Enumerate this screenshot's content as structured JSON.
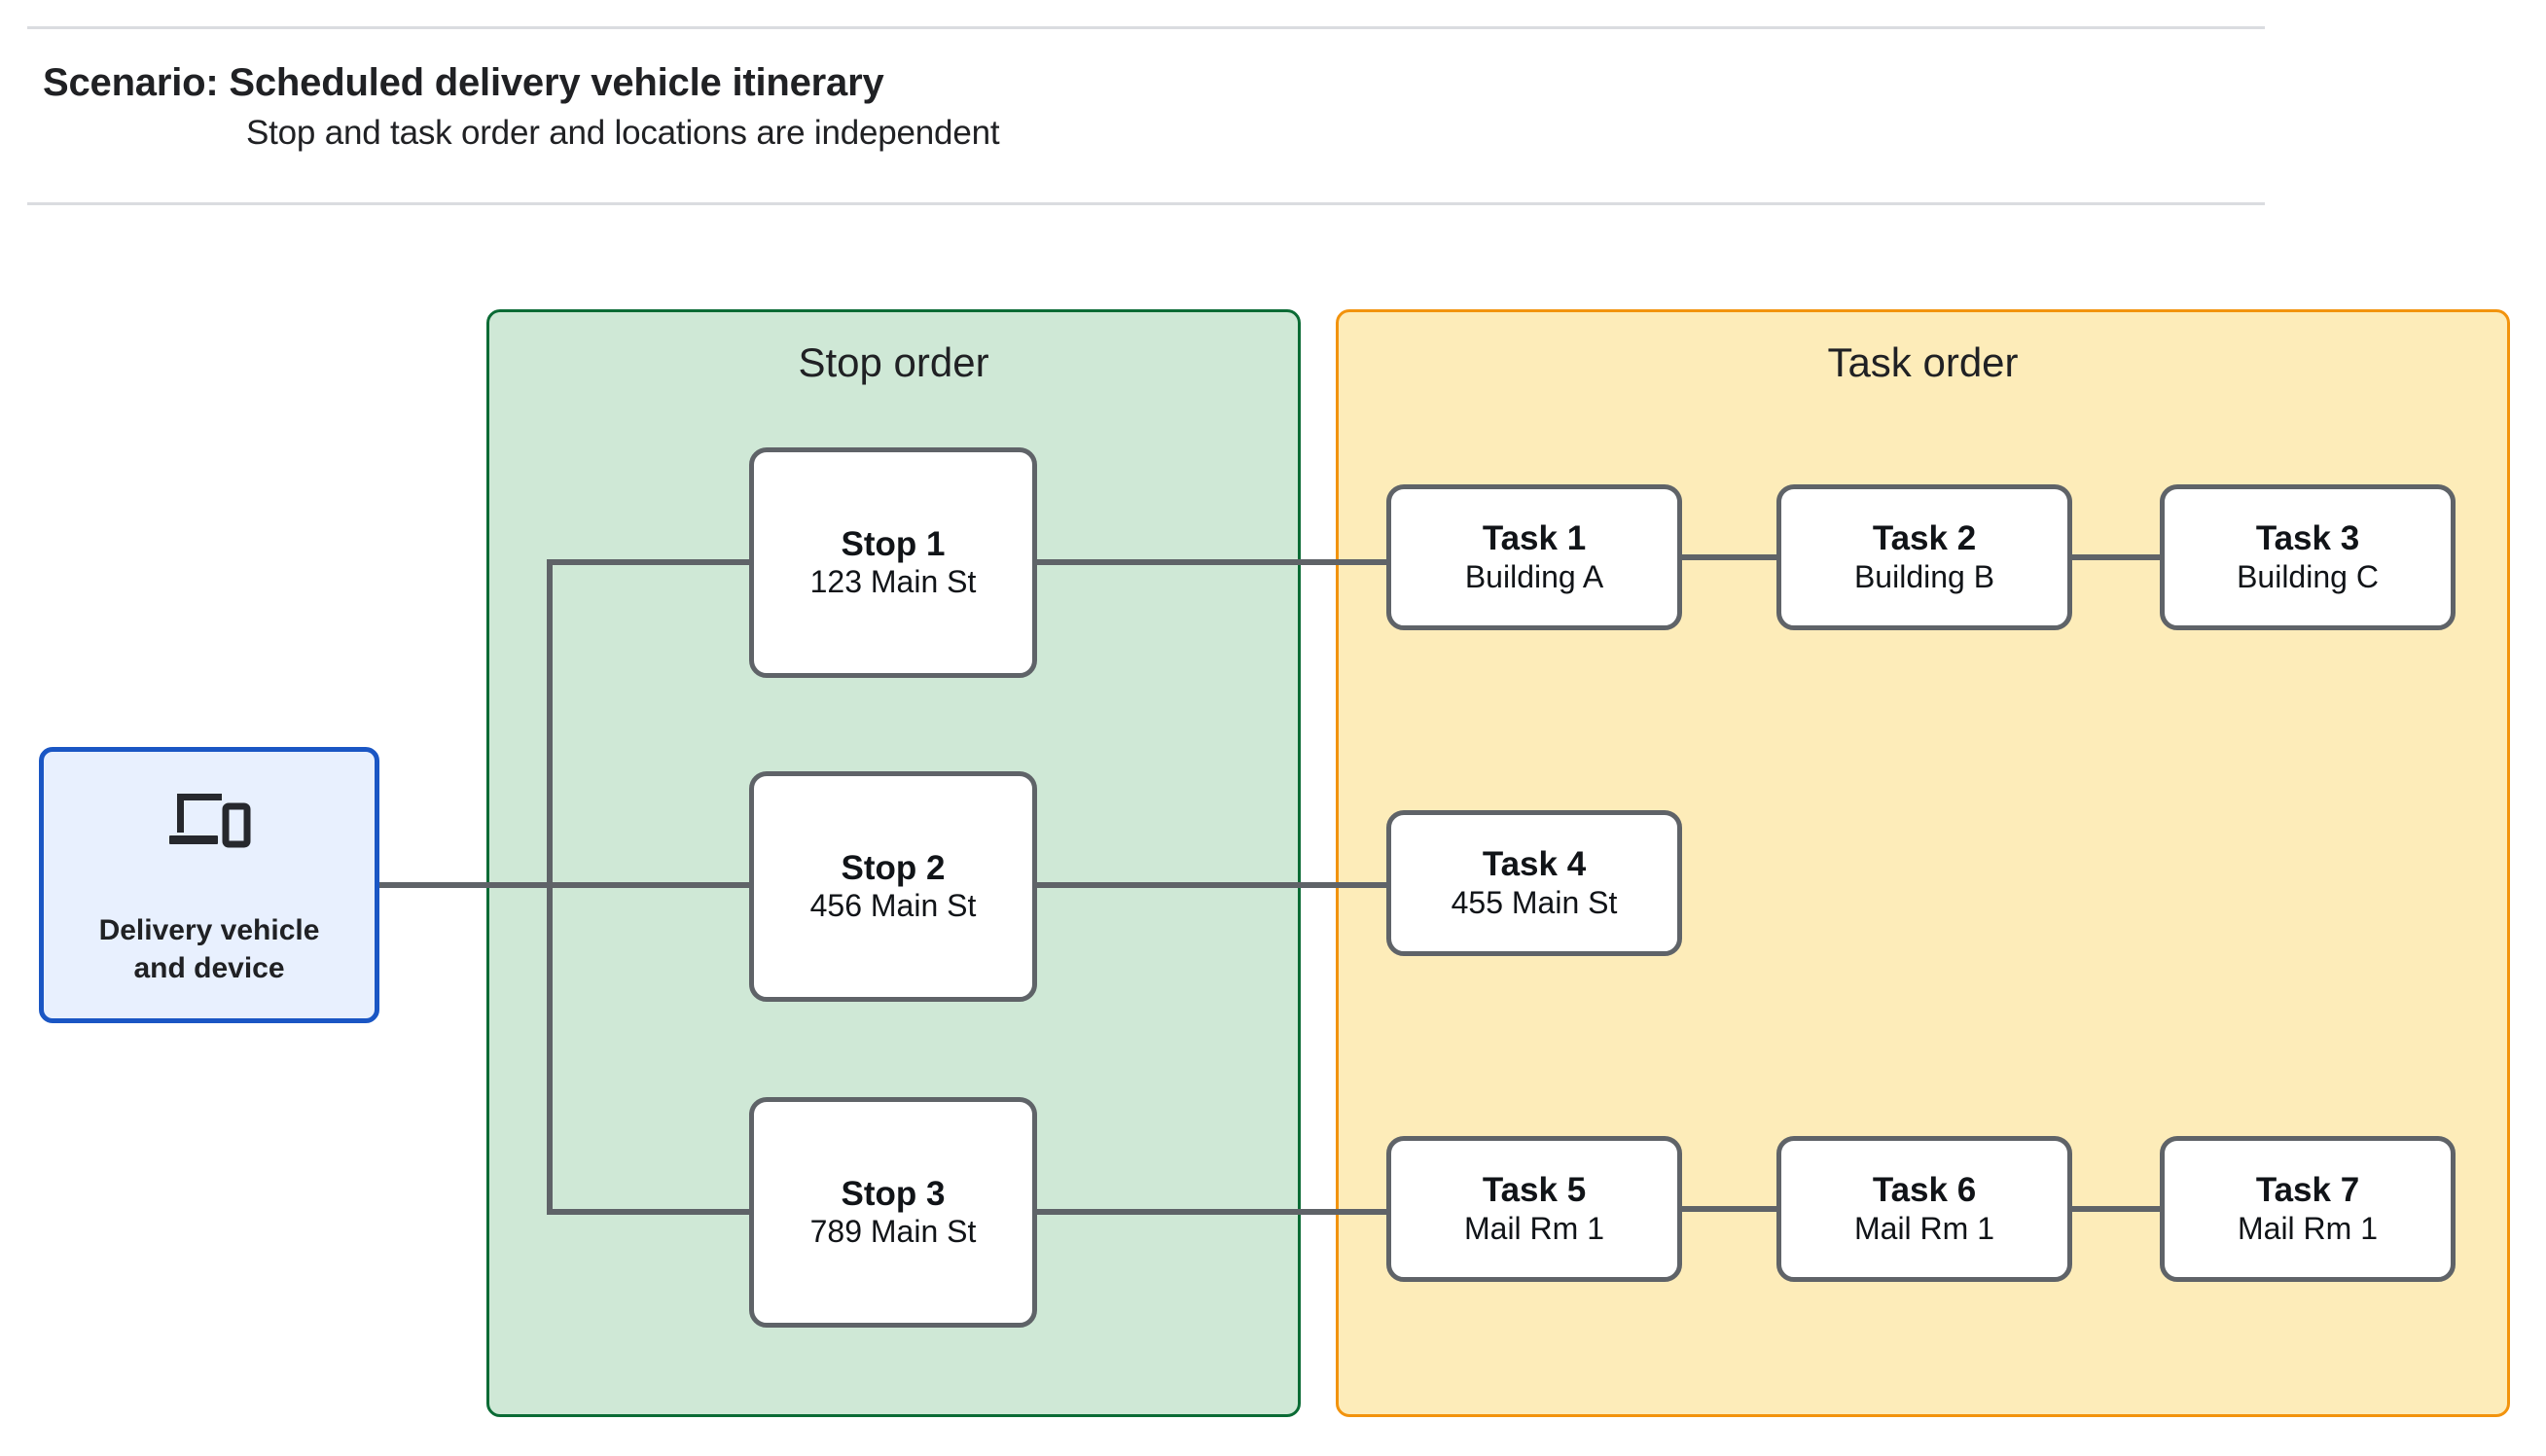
{
  "header": {
    "title": "Scenario: Scheduled delivery vehicle itinerary",
    "subtitle": "Stop and task order and locations are independent"
  },
  "vehicle": {
    "icon": "devices-icon",
    "label": "Delivery vehicle and device",
    "label_line_1": "Delivery vehicle",
    "label_line_2": "and device",
    "border_color": "#1a56c4",
    "fill_color": "#e8f0fe"
  },
  "groups": {
    "stop": {
      "label": "Stop order",
      "fill_color": "#cfe8d6",
      "border_color": "#0b6b35"
    },
    "task": {
      "label": "Task order",
      "fill_color": "#fdecb9",
      "border_color": "#f2930d"
    }
  },
  "stops": [
    {
      "title": "Stop 1",
      "location": "123 Main St"
    },
    {
      "title": "Stop 2",
      "location": "456 Main St"
    },
    {
      "title": "Stop 3",
      "location": "789 Main St"
    }
  ],
  "tasks": [
    {
      "title": "Task 1",
      "location": "Building A"
    },
    {
      "title": "Task 2",
      "location": "Building B"
    },
    {
      "title": "Task 3",
      "location": "Building C"
    },
    {
      "title": "Task 4",
      "location": "455 Main St"
    },
    {
      "title": "Task 5",
      "location": "Mail Rm 1"
    },
    {
      "title": "Task 6",
      "location": "Mail Rm 1"
    },
    {
      "title": "Task 7",
      "location": "Mail Rm 1"
    }
  ],
  "connector_color": "#5f6368",
  "node_border_color": "#5f6368"
}
